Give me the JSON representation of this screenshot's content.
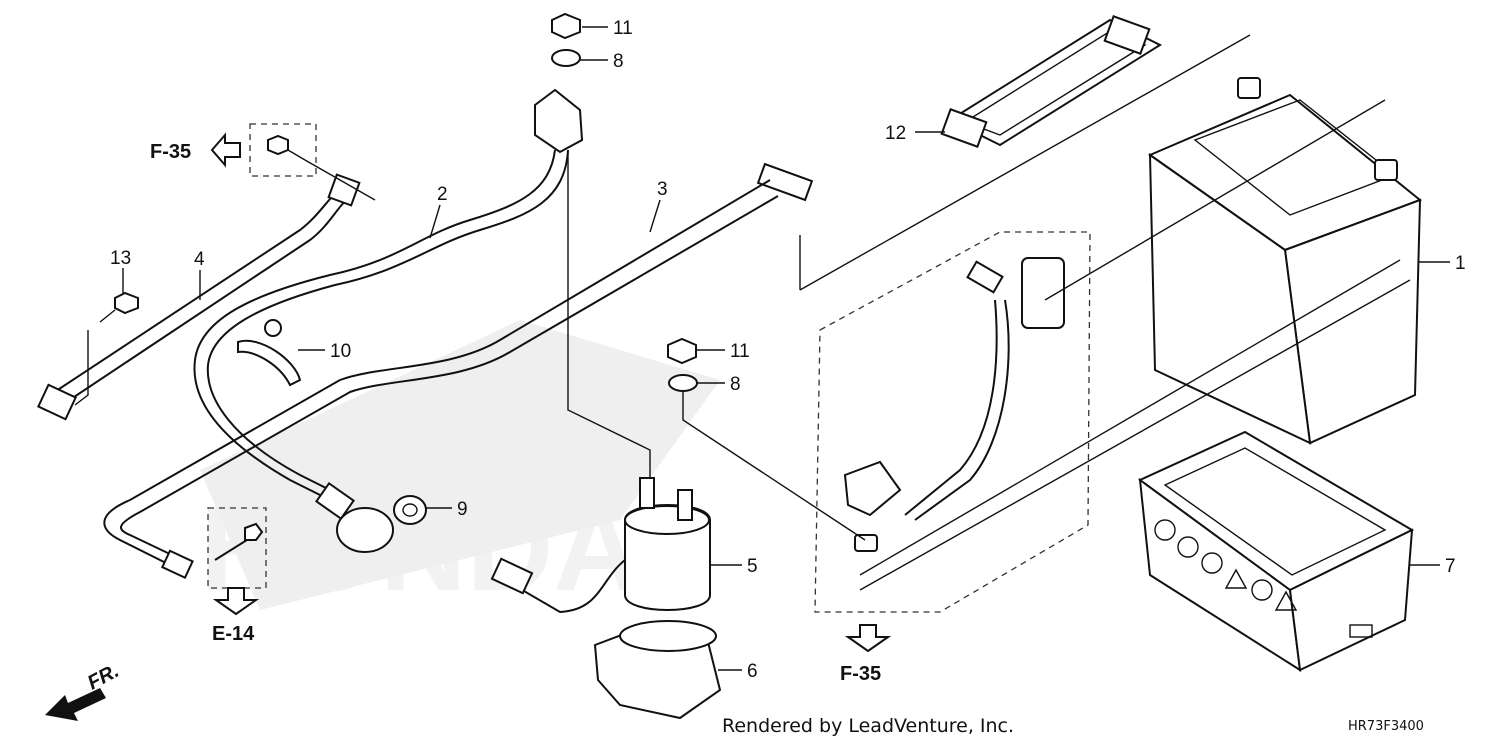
{
  "callouts": {
    "c1": "1",
    "c2": "2",
    "c3": "3",
    "c4": "4",
    "c5": "5",
    "c6": "6",
    "c7": "7",
    "c8a": "8",
    "c8b": "8",
    "c9": "9",
    "c10": "10",
    "c11a": "11",
    "c11b": "11",
    "c12": "12",
    "c13": "13"
  },
  "references": {
    "f35_top_left": "F-35",
    "f35_bottom": "F-35",
    "e14": "E-14"
  },
  "direction_label": "FR.",
  "footer": {
    "rendered_by": "Rendered by LeadVenture, Inc.",
    "diagram_code": "HR73F3400"
  }
}
